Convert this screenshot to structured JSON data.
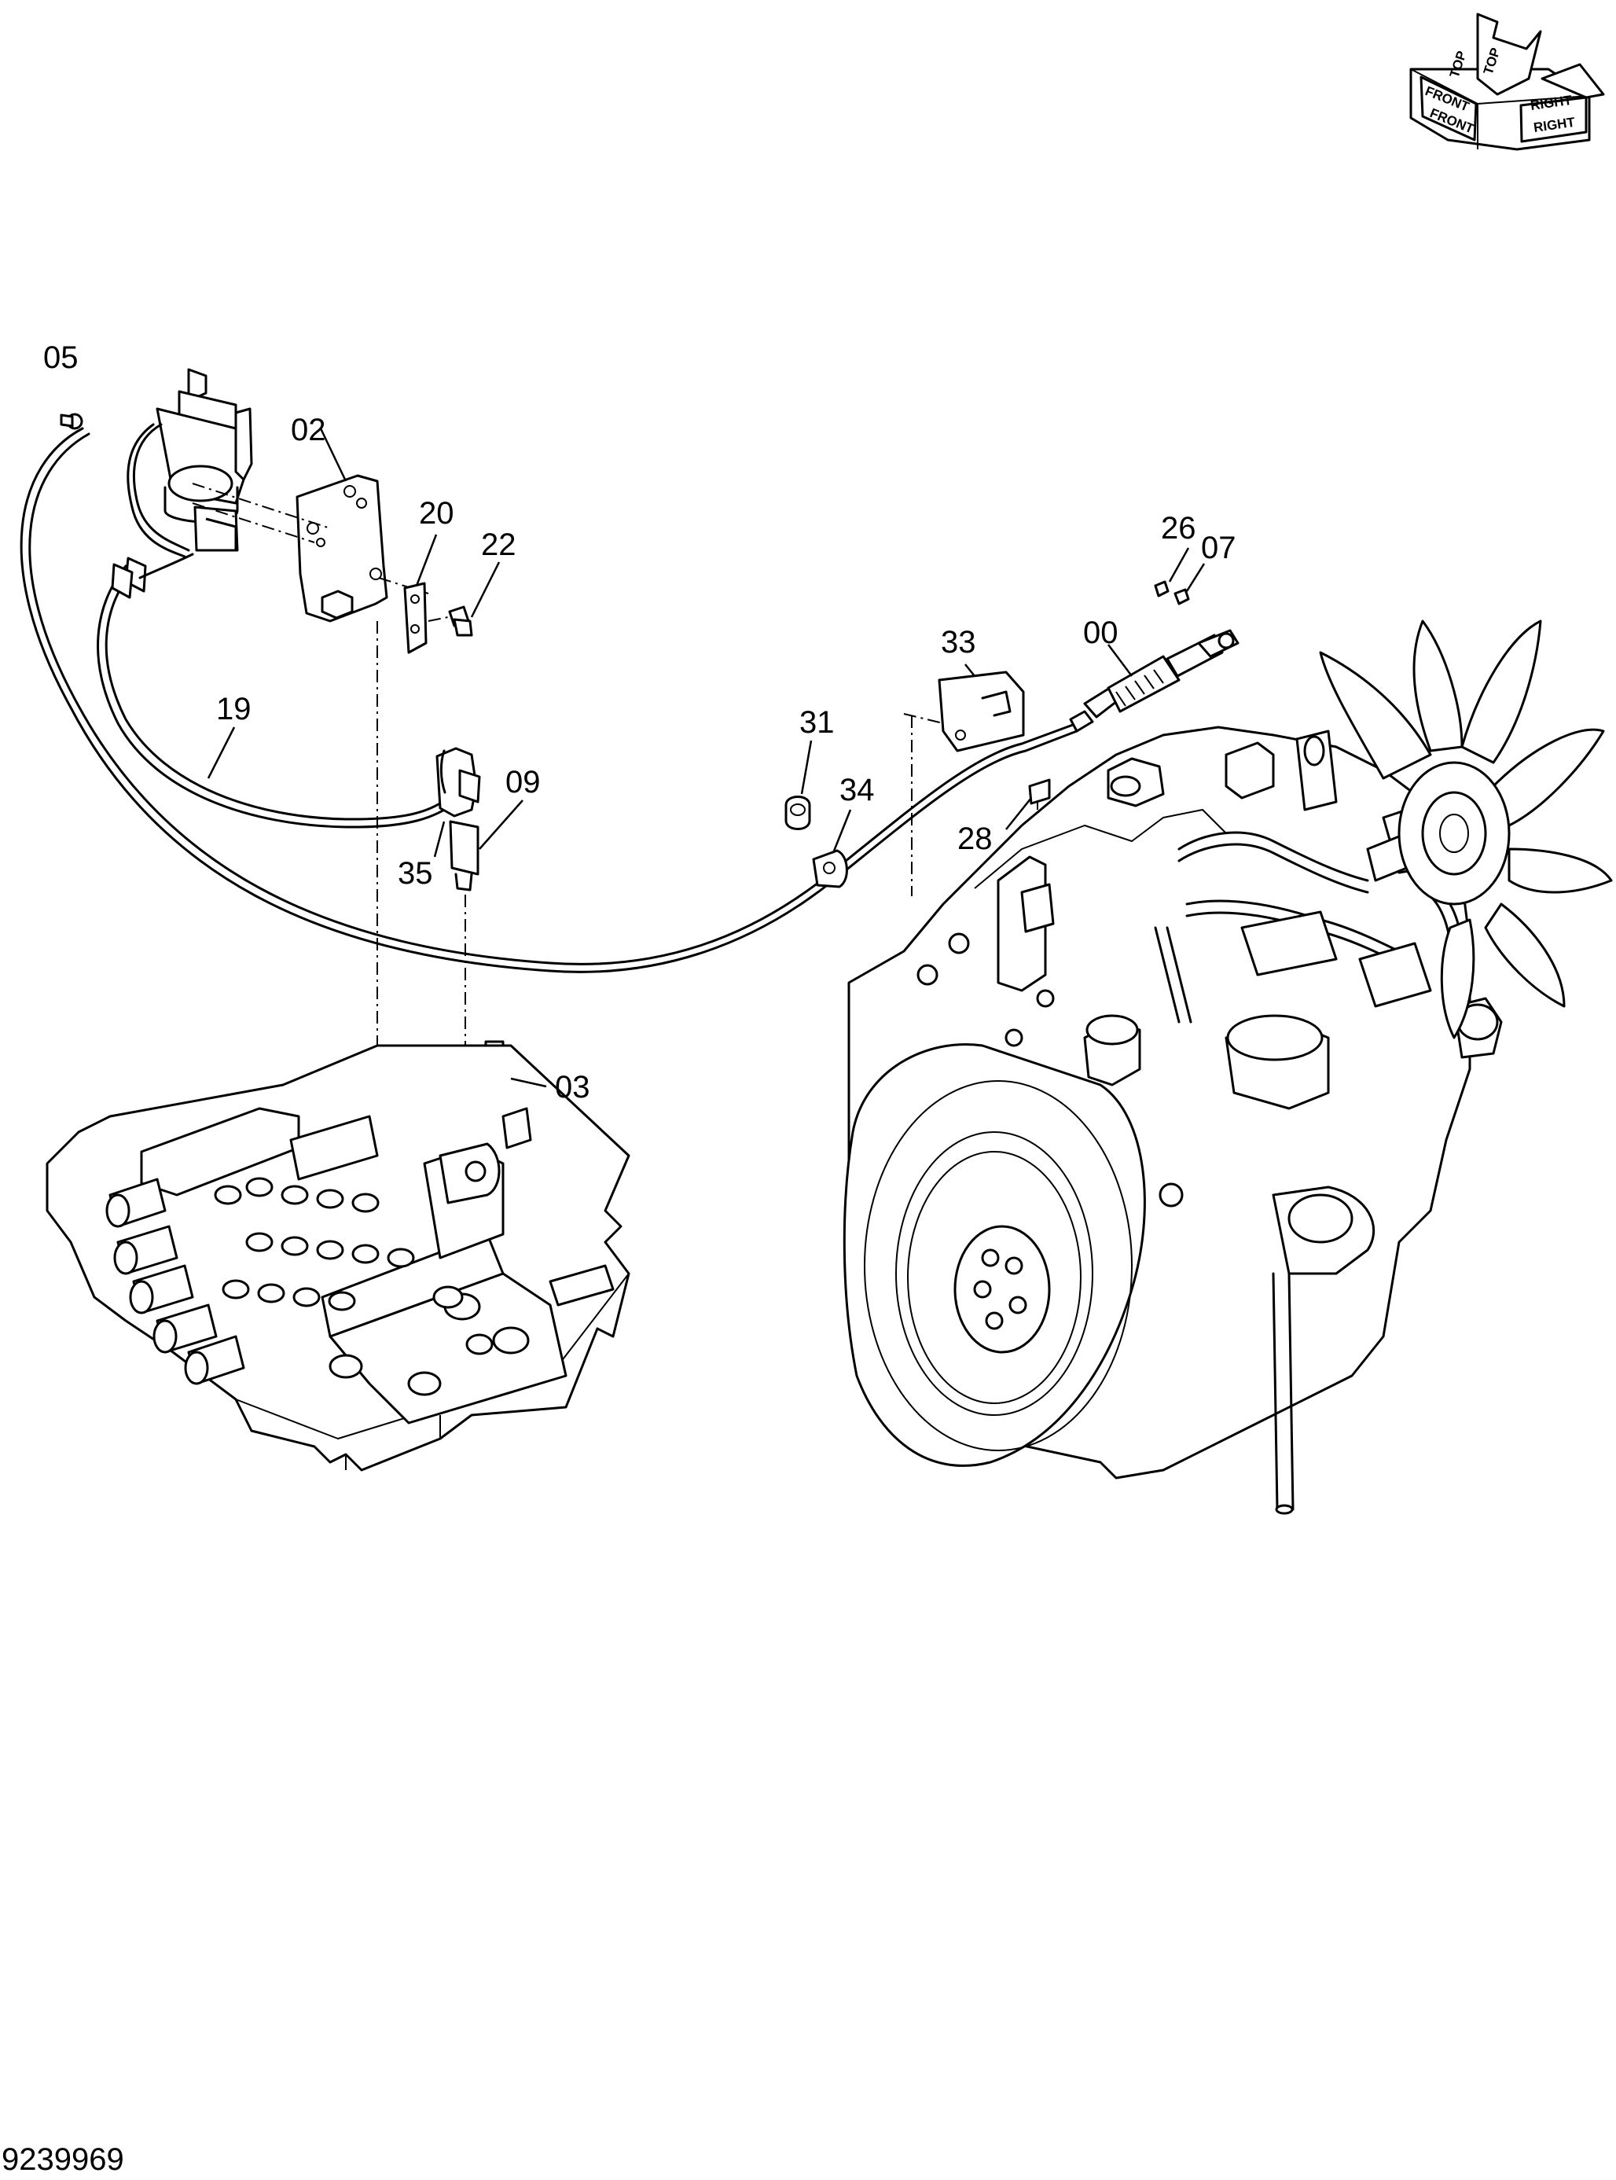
{
  "drawing_number": "9239969",
  "orientation_indicator": {
    "labels": [
      "TOP",
      "FRONT",
      "RIGHT"
    ],
    "icon": "orientation-arrows-icon"
  },
  "callouts": [
    {
      "id": "c-05",
      "label": "05"
    },
    {
      "id": "c-02",
      "label": "02"
    },
    {
      "id": "c-20",
      "label": "20"
    },
    {
      "id": "c-22",
      "label": "22"
    },
    {
      "id": "c-19",
      "label": "19"
    },
    {
      "id": "c-09",
      "label": "09"
    },
    {
      "id": "c-35",
      "label": "35"
    },
    {
      "id": "c-03",
      "label": "03"
    },
    {
      "id": "c-31",
      "label": "31"
    },
    {
      "id": "c-34",
      "label": "34"
    },
    {
      "id": "c-33",
      "label": "33"
    },
    {
      "id": "c-00",
      "label": "00"
    },
    {
      "id": "c-26",
      "label": "26"
    },
    {
      "id": "c-07",
      "label": "07"
    },
    {
      "id": "c-28",
      "label": "28"
    }
  ],
  "components": {
    "engine": "engine-assembly-icon",
    "fan": "cooling-fan-icon",
    "flywheel": "flywheel-icon",
    "control_valve": "control-valve-icon",
    "cable": "control-cable-icon",
    "actuator": "actuator-icon",
    "bracket": "bracket-icon",
    "sensor": "sensor-icon"
  }
}
